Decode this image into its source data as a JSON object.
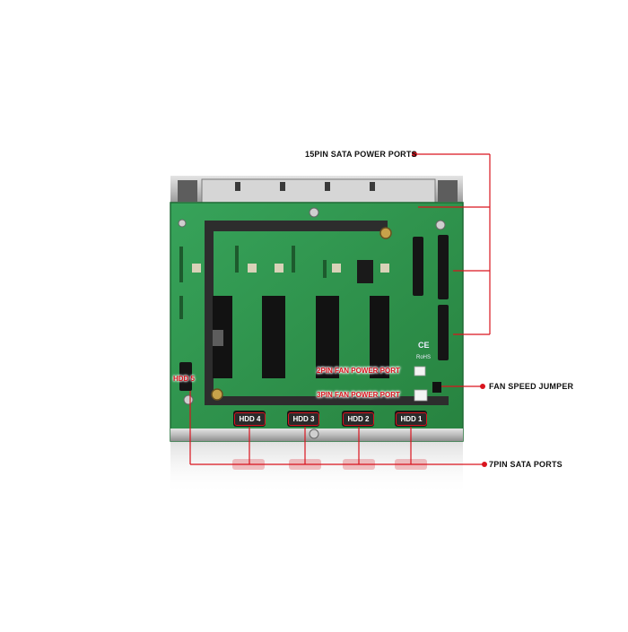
{
  "callouts": {
    "sata_power": "15PIN SATA POWER PORTS",
    "fan_jumper": "FAN SPEED JUMPER",
    "sata_ports": "7PIN SATA PORTS"
  },
  "board_labels": {
    "fan_2pin": "2PIN FAN POWER PORT",
    "fan_3pin": "3PIN FAN POWER PORT"
  },
  "hdd_ports": [
    "HDD 4",
    "HDD 3",
    "HDD 2",
    "HDD 1"
  ],
  "hdd5": "HDD 5",
  "colors": {
    "pcb_green": "#2f8f4a",
    "accent_red": "#d9141e",
    "chassis_gray": "#9a9a9a"
  }
}
